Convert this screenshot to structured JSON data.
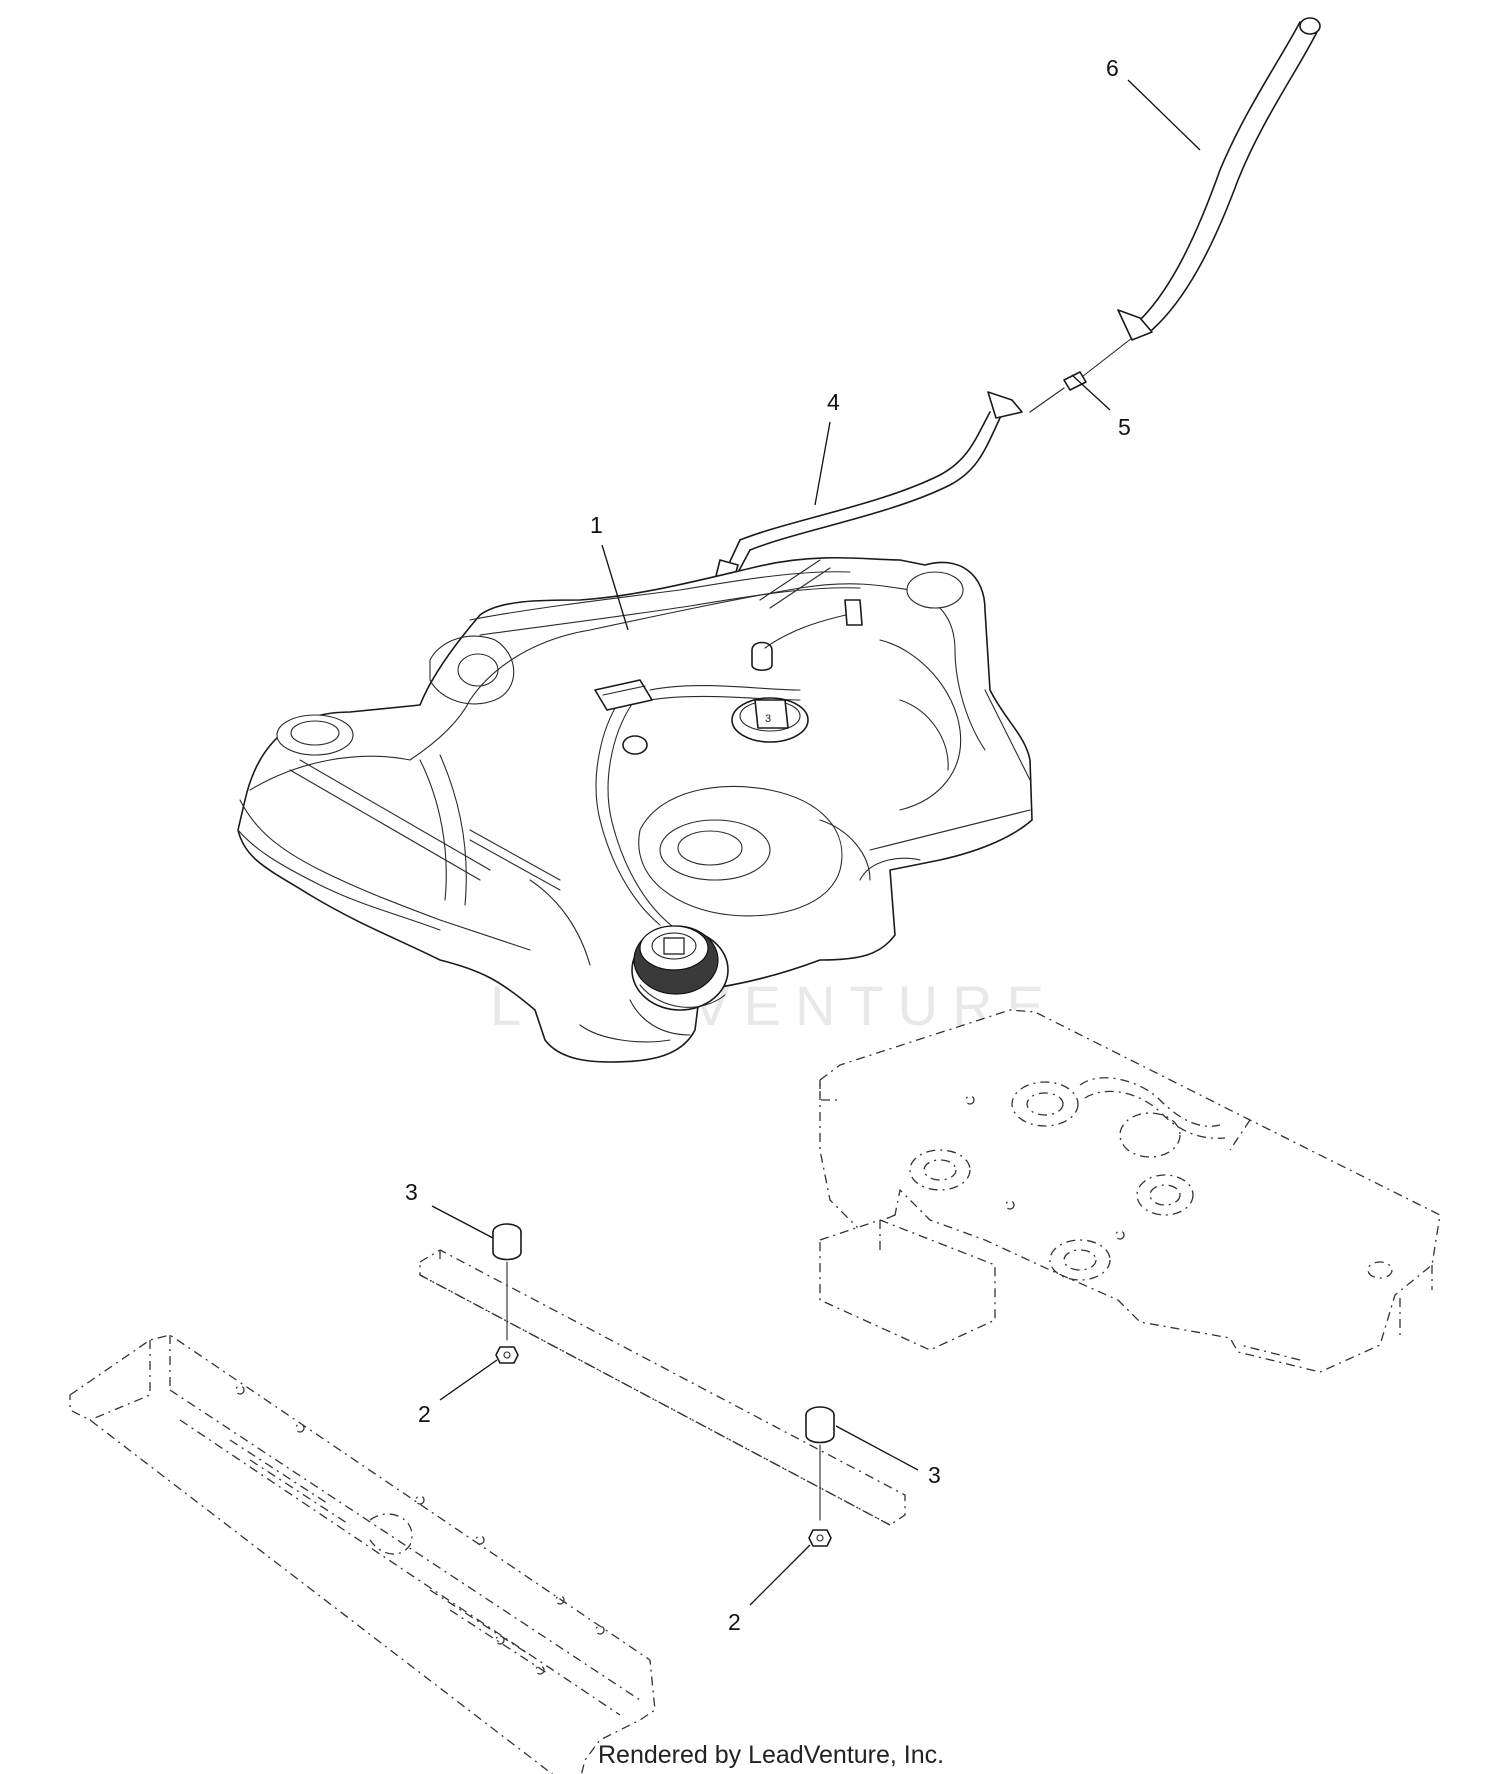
{
  "callouts": [
    {
      "id": "1",
      "label": "1"
    },
    {
      "id": "2a",
      "label": "2"
    },
    {
      "id": "2b",
      "label": "2"
    },
    {
      "id": "3a",
      "label": "3"
    },
    {
      "id": "3b",
      "label": "3"
    },
    {
      "id": "4",
      "label": "4"
    },
    {
      "id": "5",
      "label": "5"
    },
    {
      "id": "6",
      "label": "6"
    }
  ],
  "watermark": "LEADVENTURE",
  "footer": "Rendered by LeadVenture, Inc.",
  "colors": {
    "line": "#1a1a1a",
    "background": "#ffffff",
    "watermark": "#e6e6e6"
  }
}
